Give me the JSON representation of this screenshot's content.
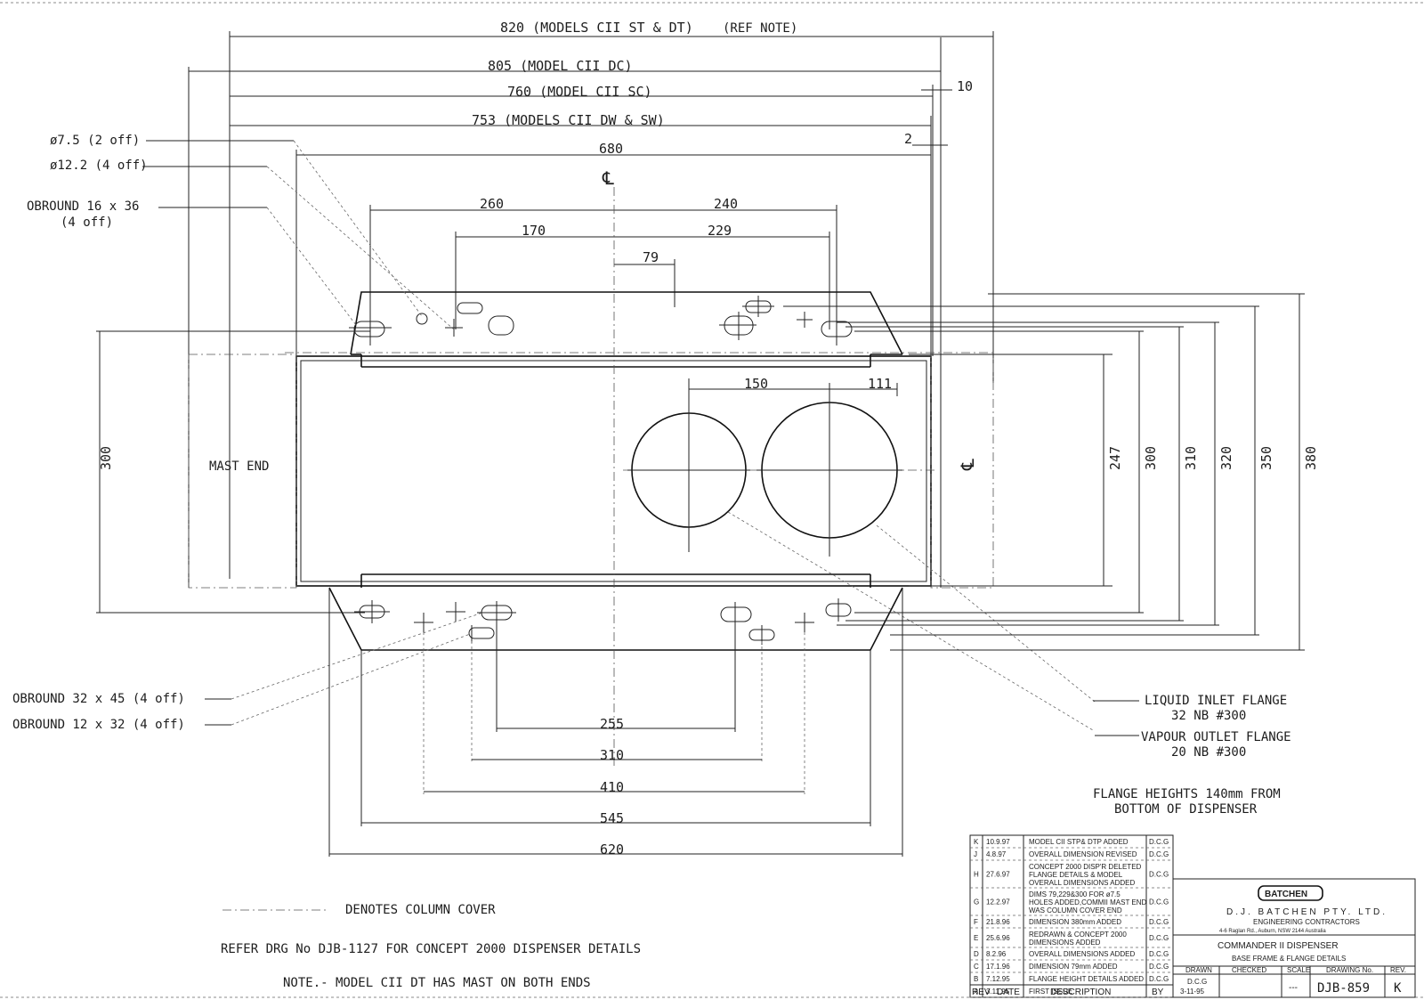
{
  "dimensions": {
    "d820": "820 (MODELS CII ST & DT)",
    "ref_note": "(REF NOTE)",
    "d805": "805 (MODEL CII DC)",
    "d760": "760 (MODEL CII SC)",
    "d753": "753 (MODELS CII DW & SW)",
    "d680": "680",
    "d10": "10",
    "d2": "2",
    "d260": "260",
    "d240": "240",
    "d170": "170",
    "d229": "229",
    "d79": "79",
    "d150": "150",
    "d111": "111",
    "d300_left": "300",
    "right_heights": [
      "247",
      "300",
      "310",
      "320",
      "350",
      "380"
    ],
    "bottom": [
      "255",
      "310",
      "410",
      "545",
      "620"
    ]
  },
  "centerline_symbol": "℄",
  "labels": {
    "hole_75": "ø7.5 (2 off)",
    "hole_122": "ø12.2 (4 off)",
    "obround_16_36_a": "OBROUND 16 x 36",
    "obround_16_36_b": "(4 off)",
    "obround_32_45": "OBROUND 32 x 45 (4 off)",
    "obround_12_32": "OBROUND 12 x 32 (4 off)",
    "mast_end": "MAST END",
    "liquid_a": "LIQUID INLET FLANGE",
    "liquid_b": "32 NB #300",
    "vapour_a": "VAPOUR OUTLET FLANGE",
    "vapour_b": "20 NB #300",
    "flange_heights_a": "FLANGE HEIGHTS 140mm FROM",
    "flange_heights_b": "BOTTOM OF DISPENSER"
  },
  "notes": {
    "column_cover": "DENOTES COLUMN COVER",
    "refer": "REFER DRG No DJB-1127 FOR CONCEPT 2000 DISPENSER DETAILS",
    "note": "NOTE.- MODEL CII DT HAS MAST ON BOTH ENDS"
  },
  "revisions": [
    {
      "rev": "K",
      "date": "10.9.97",
      "desc": [
        "MODEL CII STP& DTP ADDED"
      ],
      "by": "D.C.G"
    },
    {
      "rev": "J",
      "date": "4.8.97",
      "desc": [
        "OVERALL DIMENSION REVISED"
      ],
      "by": "D.C.G"
    },
    {
      "rev": "H",
      "date": "27.6.97",
      "desc": [
        "CONCEPT 2000 DISP'R DELETED",
        "FLANGE DETAILS & MODEL",
        "OVERALL DIMENSIONS ADDED"
      ],
      "by": "D.C.G"
    },
    {
      "rev": "G",
      "date": "12.2.97",
      "desc": [
        "DIMS 79,229&300 FOR ø7.5",
        "HOLES ADDED,COMMII MAST END",
        "WAS COLUMN COVER END"
      ],
      "by": "D.C.G"
    },
    {
      "rev": "F",
      "date": "21.8.96",
      "desc": [
        "DIMENSION 380mm ADDED"
      ],
      "by": "D.C.G"
    },
    {
      "rev": "E",
      "date": "25.6.96",
      "desc": [
        "REDRAWN & CONCEPT 2000",
        "DIMENSIONS ADDED"
      ],
      "by": "D.C.G"
    },
    {
      "rev": "D",
      "date": "8.2.96",
      "desc": [
        "OVERALL DIMENSIONS ADDED"
      ],
      "by": "D.C.G"
    },
    {
      "rev": "C",
      "date": "17.1.96",
      "desc": [
        "DIMENSION 79mm ADDED"
      ],
      "by": "D.C.G"
    },
    {
      "rev": "B",
      "date": "7.12.95",
      "desc": [
        "FLANGE HEIGHT DETAILS ADDED"
      ],
      "by": "D.C.G"
    },
    {
      "rev": "A",
      "date": "3.11.95",
      "desc": [
        "FIRST ISSUE"
      ],
      "by": ""
    }
  ],
  "revision_headers": {
    "rev": "REV",
    "date": "DATE",
    "desc": "DESCRIPTION",
    "by": "BY"
  },
  "title_block": {
    "logo": "BATCHEN",
    "company": "D.J. BATCHEN PTY. LTD.",
    "subtitle": "ENGINEERING CONTRACTORS",
    "address": "4-6 Raglan Rd., Auburn, NSW 2144 Australia",
    "title": "COMMANDER II DISPENSER",
    "subtitle2": "BASE FRAME & FLANGE DETAILS",
    "headers": [
      "DRAWN",
      "CHECKED",
      "SCALE",
      "DRAWING No.",
      "REV."
    ],
    "drawn_by": "D.C.G",
    "drawn_date": "3-11-95",
    "scale": "---",
    "drawing_no": "DJB-859",
    "rev": "K"
  }
}
